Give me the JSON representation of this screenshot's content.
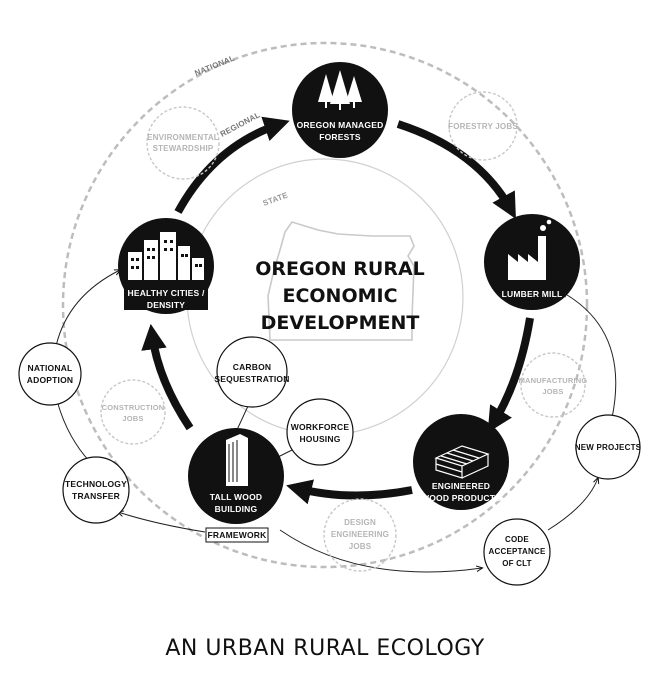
{
  "rings": {
    "national": "NATIONAL",
    "regional": "REGIONAL",
    "state": "STATE"
  },
  "center": {
    "line1": "OREGON RURAL",
    "line2": "ECONOMIC",
    "line3": "DEVELOPMENT"
  },
  "nodes": {
    "forests": {
      "line1": "OREGON MANAGED",
      "line2": "FORESTS",
      "icon": "pine-trees-icon"
    },
    "lumber": {
      "line1": "LUMBER MILL",
      "icon": "factory-icon"
    },
    "wood": {
      "line1": "ENGINEERED",
      "line2": "WOOD PRODUCTS",
      "icon": "lumber-stack-icon"
    },
    "tall": {
      "line1": "TALL WOOD",
      "line2": "BUILDING",
      "icon": "tower-icon"
    },
    "cities": {
      "line1": "HEALTHY CITIES /",
      "line2": "DENSITY",
      "icon": "skyline-icon"
    }
  },
  "faded": {
    "environmental": {
      "line1": "ENVIRONMENTAL",
      "line2": "STEWARDSHIP"
    },
    "forestry": {
      "line1": "FORESTRY JOBS"
    },
    "manufacturing": {
      "line1": "MANUFACTURING",
      "line2": "JOBS"
    },
    "design": {
      "line1": "DESIGN",
      "line2": "ENGINEERING",
      "line3": "JOBS"
    },
    "construction": {
      "line1": "CONSTRUCTION",
      "line2": "JOBS"
    }
  },
  "outer": {
    "carbon": {
      "line1": "CARBON",
      "line2": "SEQUESTRATION"
    },
    "workforce": {
      "line1": "WORKFORCE",
      "line2": "HOUSING"
    },
    "new_projects": {
      "line1": "NEW PROJECTS"
    },
    "code": {
      "line1": "CODE",
      "line2": "ACCEPTANCE",
      "line3": "OF CLT"
    },
    "technology": {
      "line1": "TECHNOLOGY",
      "line2": "TRANSFER"
    },
    "national_adoption": {
      "line1": "NATIONAL",
      "line2": "ADOPTION"
    }
  },
  "framework_label": "FRAMEWORK",
  "caption": "AN URBAN RURAL ECOLOGY",
  "colors": {
    "ink": "#111111",
    "faded": "#b5b5b5",
    "ring": "#bdbdbd"
  }
}
